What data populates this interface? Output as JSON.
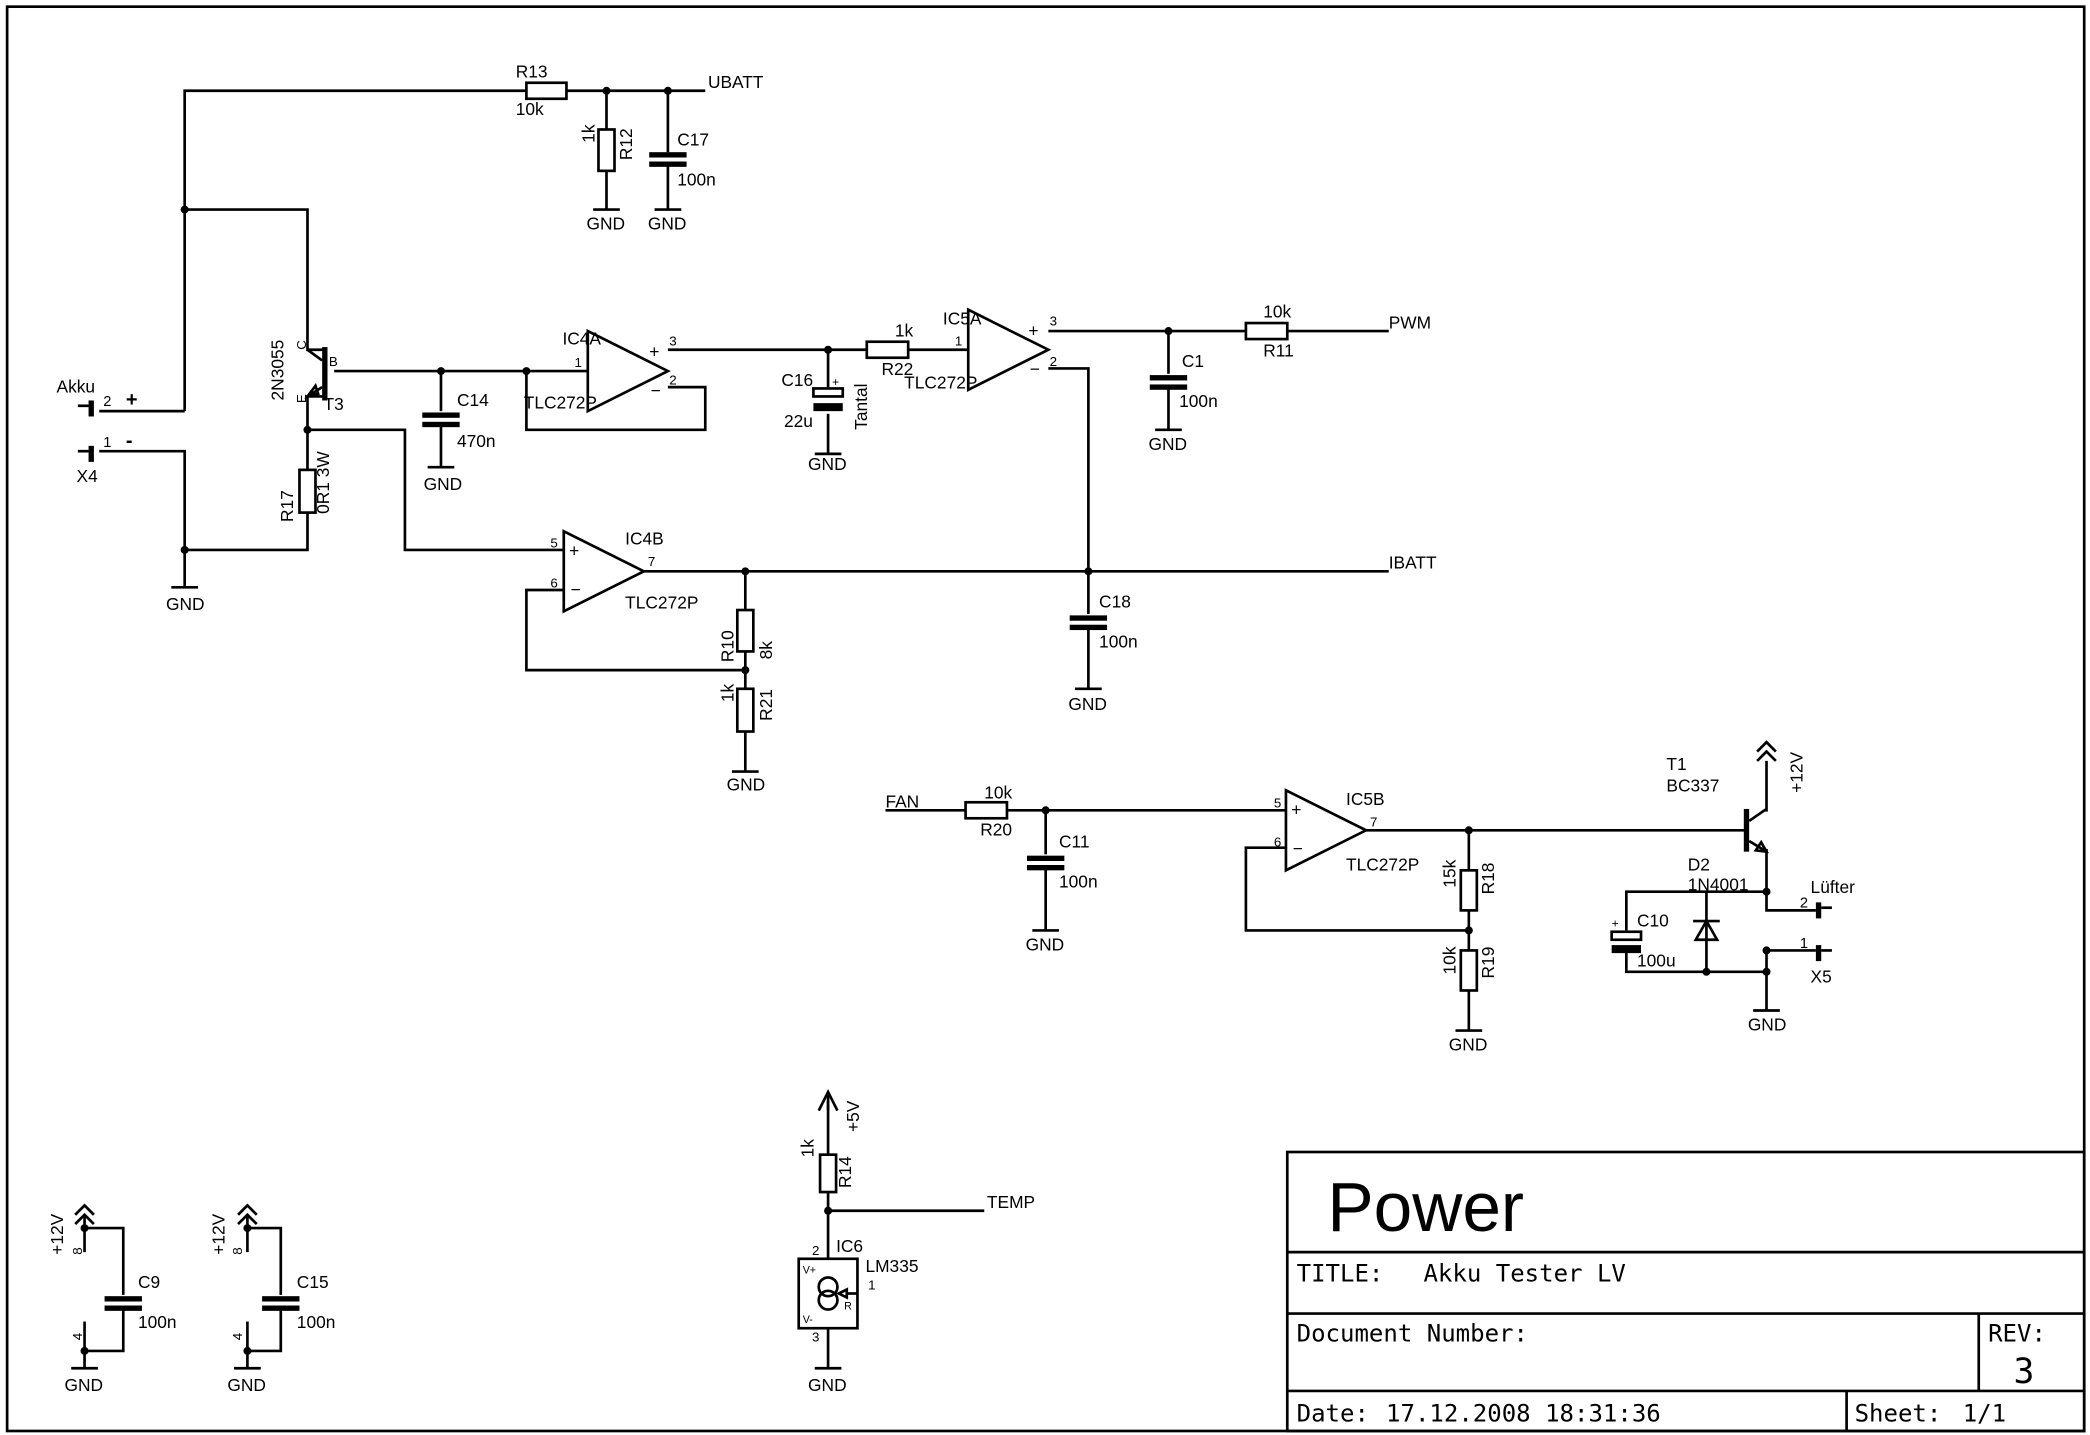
{
  "title_block": {
    "project": "Power",
    "title_label": "TITLE:",
    "title_value": "Akku Tester LV",
    "docnum_label": "Document Number:",
    "rev_label": "REV:",
    "rev_value": "3",
    "date_label": "Date:",
    "date_value": "17.12.2008 18:31:36",
    "sheet_label": "Sheet:",
    "sheet_value": "1/1"
  },
  "nets": {
    "ubatt": "UBATT",
    "pwm": "PWM",
    "ibatt": "IBATT",
    "fan": "FAN",
    "temp": "TEMP",
    "gnd": "GND",
    "v12": "+12V",
    "v5": "+5V"
  },
  "parts": {
    "r13": {
      "name": "R13",
      "value": "10k"
    },
    "r12": {
      "name": "R12",
      "value": "1k"
    },
    "c17": {
      "name": "C17",
      "value": "100n"
    },
    "x4": {
      "name": "X4",
      "label": "Akku",
      "pin2": "2",
      "pin1": "1",
      "plus": "+",
      "minus": "-"
    },
    "t3": {
      "name": "T3",
      "value": "2N3055",
      "c": "C",
      "b": "B",
      "e": "E"
    },
    "r17": {
      "name": "R17",
      "value": "0R1 3W"
    },
    "c14": {
      "name": "C14",
      "value": "470n"
    },
    "ic4a": {
      "name": "IC4A",
      "value": "TLC272P",
      "p1": "1",
      "p2": "2",
      "p3": "3"
    },
    "c16": {
      "name": "C16",
      "value": "22u",
      "extra": "Tantal",
      "plus": "+"
    },
    "r22": {
      "name": "R22",
      "value": "1k"
    },
    "ic5a": {
      "name": "IC5A",
      "value": "TLC272P",
      "p1": "1",
      "p2": "2",
      "p3": "3"
    },
    "c1": {
      "name": "C1",
      "value": "100n"
    },
    "r11": {
      "name": "R11",
      "value": "10k"
    },
    "ic4b": {
      "name": "IC4B",
      "value": "TLC272P",
      "p5": "5",
      "p6": "6",
      "p7": "7"
    },
    "r10": {
      "name": "R10",
      "value": "8k"
    },
    "r21": {
      "name": "R21",
      "value": "1k"
    },
    "c18": {
      "name": "C18",
      "value": "100n"
    },
    "r20": {
      "name": "R20",
      "value": "10k"
    },
    "c11": {
      "name": "C11",
      "value": "100n"
    },
    "ic5b": {
      "name": "IC5B",
      "value": "TLC272P",
      "p5": "5",
      "p6": "6",
      "p7": "7"
    },
    "r18": {
      "name": "R18",
      "value": "15k"
    },
    "r19": {
      "name": "R19",
      "value": "10k"
    },
    "t1": {
      "name": "T1",
      "value": "BC337"
    },
    "d2": {
      "name": "D2",
      "value": "1N4001"
    },
    "c10": {
      "name": "C10",
      "value": "100u",
      "plus": "+"
    },
    "x5": {
      "name": "X5",
      "label": "Lüfter",
      "pin2": "2",
      "pin1": "1"
    },
    "r14": {
      "name": "R14",
      "value": "1k"
    },
    "ic6": {
      "name": "IC6",
      "value": "LM335",
      "p1": "1",
      "p2": "2",
      "p3": "3",
      "vplus": "V+",
      "vminus": "V-",
      "r": "R"
    },
    "c9": {
      "name": "C9",
      "value": "100n",
      "pin8": "8",
      "pin4": "4"
    },
    "c15": {
      "name": "C15",
      "value": "100n",
      "pin8": "8",
      "pin4": "4"
    }
  }
}
